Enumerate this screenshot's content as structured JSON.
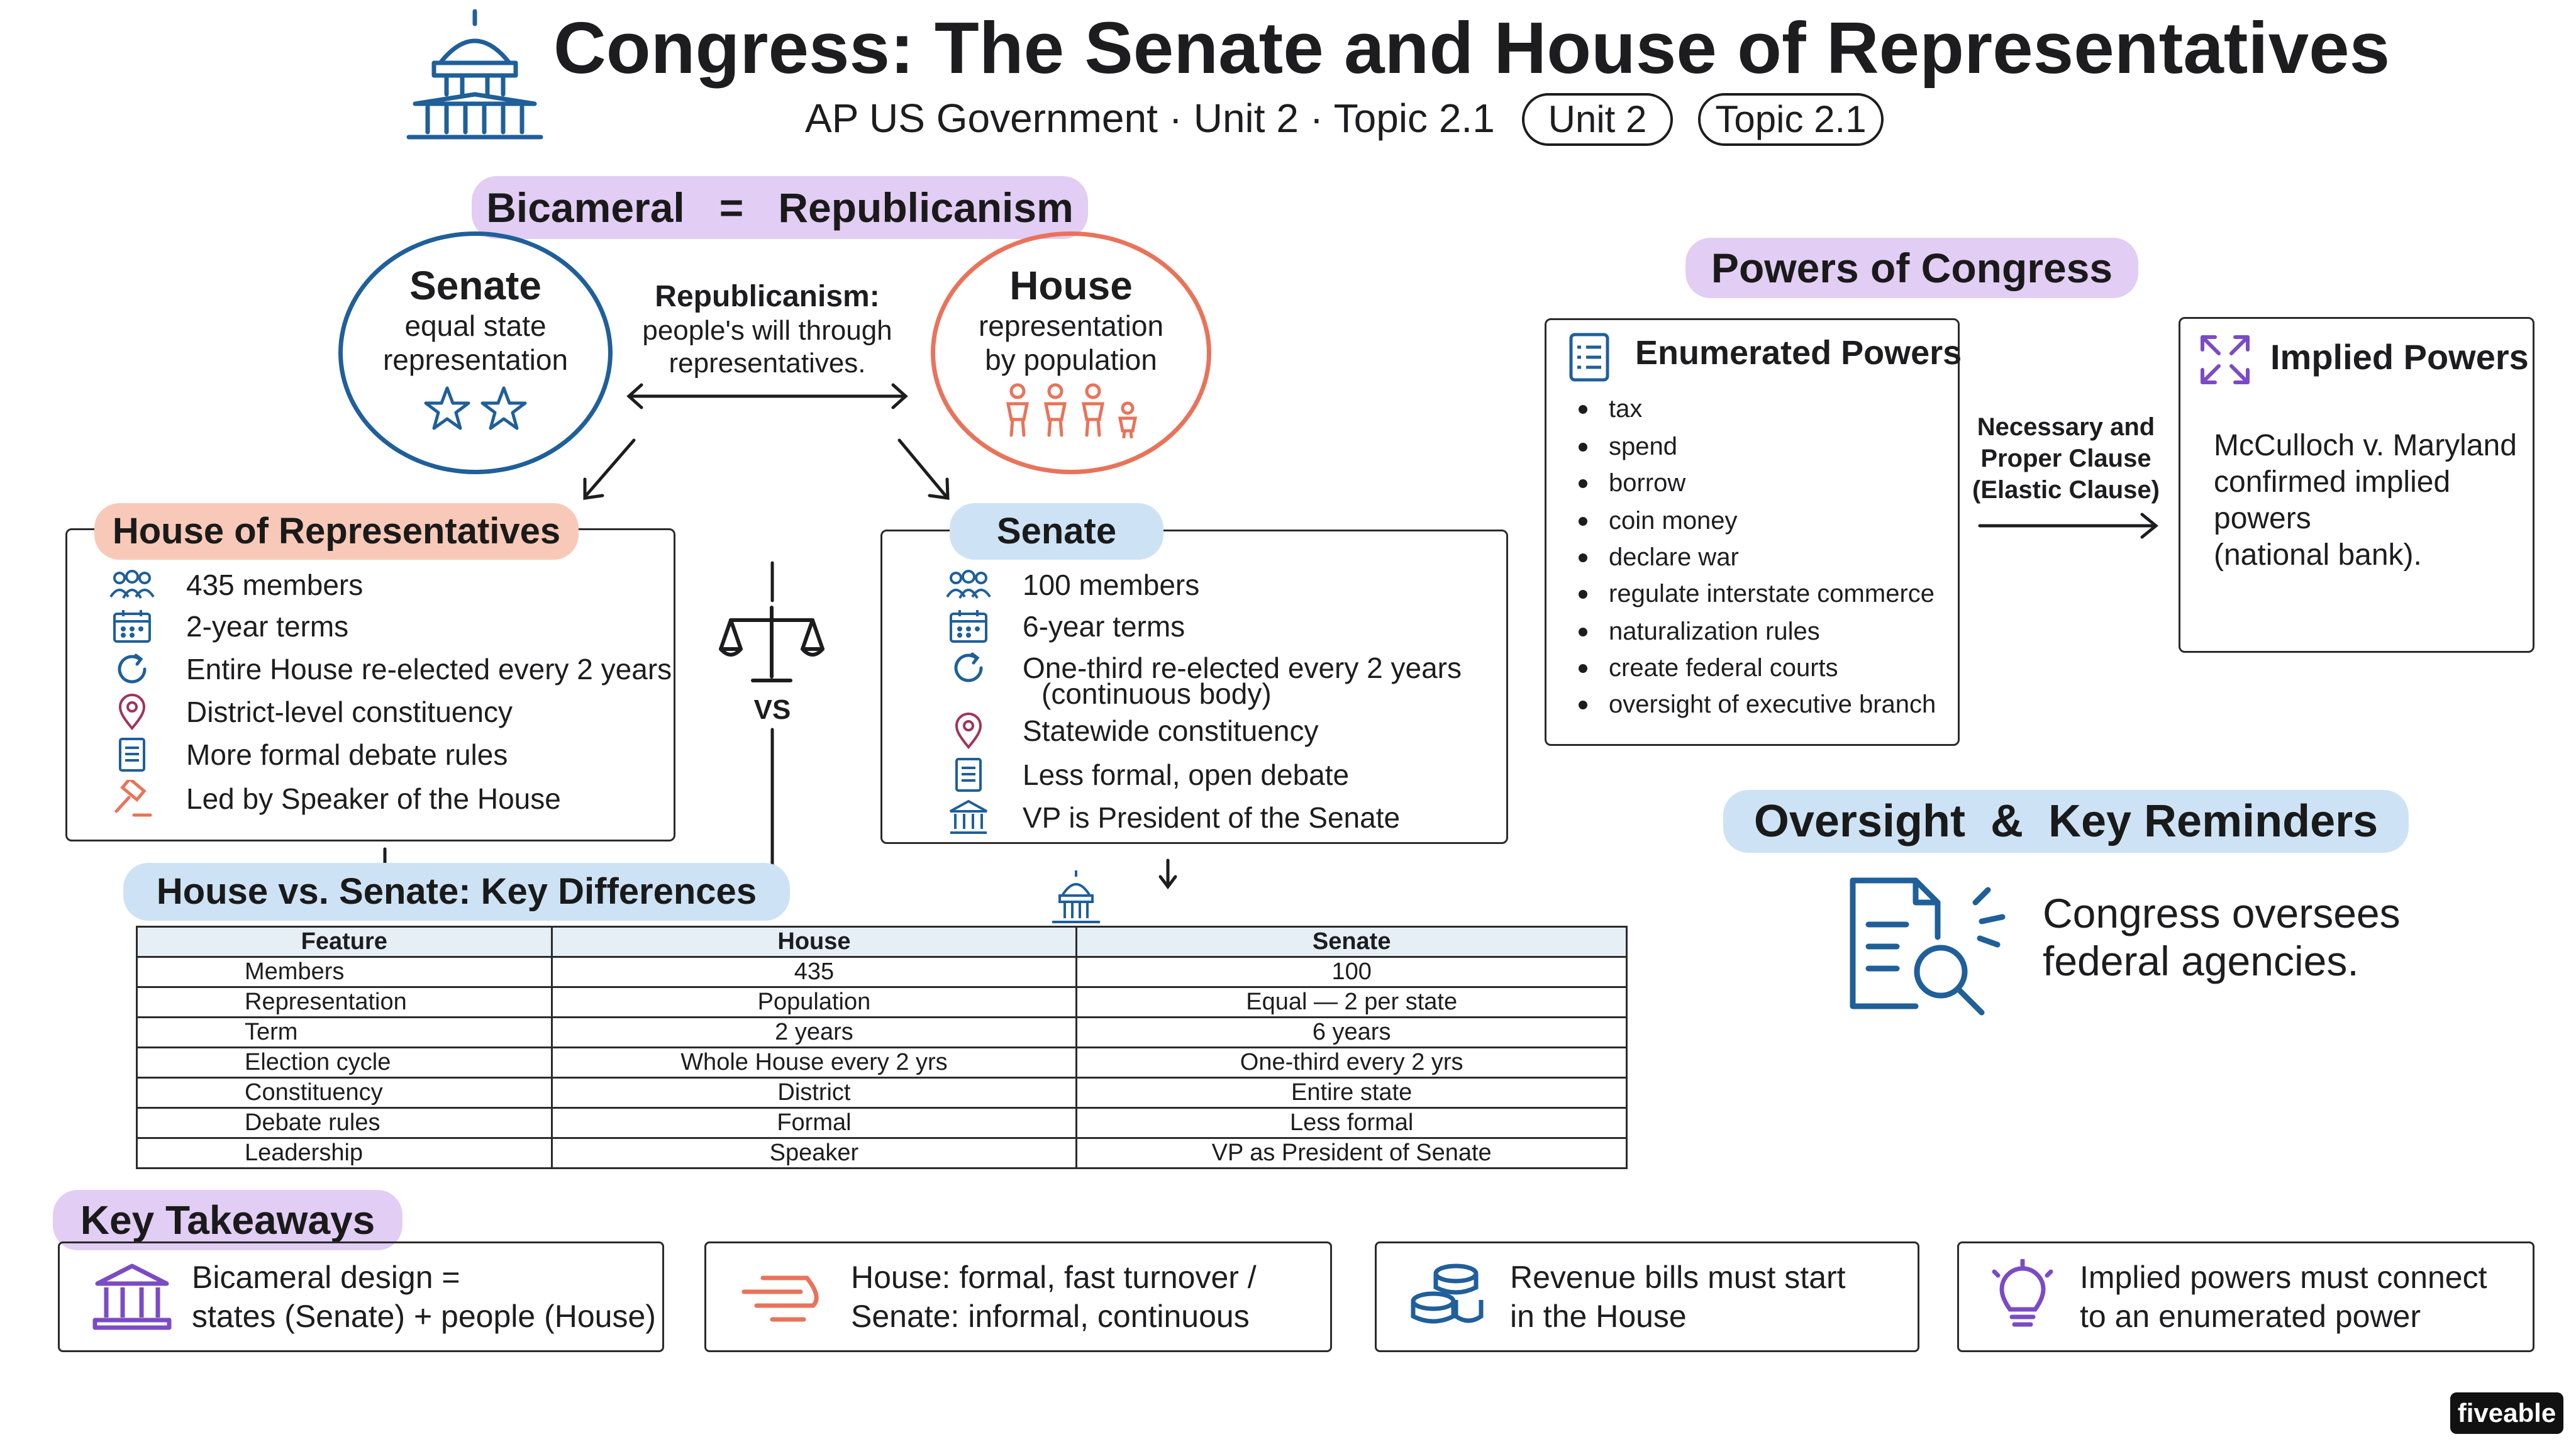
{
  "header": {
    "title": "Congress: The Senate and House of Representatives",
    "subtitle": "AP US Government · Unit 2 · Topic 2.1",
    "badges": [
      "Unit 2",
      "Topic 2.1"
    ]
  },
  "bicameral": {
    "banner_left": "Bicameral",
    "banner_eq": "=",
    "banner_right": "Republicanism",
    "senate": {
      "title": "Senate",
      "line1": "equal state",
      "line2": "representation"
    },
    "house": {
      "title": "House",
      "line1": "representation",
      "line2": "by population"
    },
    "middle": {
      "title": "Republicanism:",
      "line1": "people's will through",
      "line2": "representatives."
    }
  },
  "house_box": {
    "title": "House of Representatives",
    "items": [
      "435 members",
      "2-year terms",
      "Entire House re-elected every 2 years",
      "District-level constituency",
      "More formal debate rules",
      "Led by Speaker of the House"
    ]
  },
  "vs_label": "VS",
  "senate_box": {
    "title": "Senate",
    "items": [
      "100 members",
      "6-year terms",
      "One-third re-elected every 2 years",
      "(continuous body)",
      "Statewide constituency",
      "Less formal, open debate",
      "VP is President of the Senate"
    ]
  },
  "differences": {
    "title": "House vs. Senate: Key Differences",
    "headers": [
      "Feature",
      "House",
      "Senate"
    ],
    "rows": [
      [
        "Members",
        "435",
        "100"
      ],
      [
        "Representation",
        "Population",
        "Equal — 2 per state"
      ],
      [
        "Term",
        "2 years",
        "6 years"
      ],
      [
        "Election cycle",
        "Whole House every 2 yrs",
        "One-third every 2 yrs"
      ],
      [
        "Constituency",
        "District",
        "Entire state"
      ],
      [
        "Debate rules",
        "Formal",
        "Less formal"
      ],
      [
        "Leadership",
        "Speaker",
        "VP as President of Senate"
      ]
    ]
  },
  "powers": {
    "title": "Powers of Congress",
    "enumerated": {
      "title": "Enumerated Powers",
      "items": [
        "tax",
        "spend",
        "borrow",
        "coin money",
        "declare war",
        "regulate interstate commerce",
        "naturalization rules",
        "create federal courts",
        "oversight of executive branch"
      ]
    },
    "clause": {
      "line1": "Necessary and",
      "line2": "Proper Clause",
      "line3": "(Elastic Clause)"
    },
    "implied": {
      "title": "Implied Powers",
      "lines": [
        "McCulloch v. Maryland",
        "confirmed implied",
        "powers",
        "(national bank)."
      ]
    }
  },
  "oversight": {
    "title_left": "Oversight",
    "title_amp": "&",
    "title_right": "Key Reminders",
    "line1": "Congress oversees",
    "line2": "federal agencies."
  },
  "takeaways": {
    "title": "Key Takeaways",
    "cards": [
      {
        "line1": "Bicameral design =",
        "line2": "states (Senate) + people (House)"
      },
      {
        "line1": "House: formal, fast turnover /",
        "line2": "Senate: informal, continuous"
      },
      {
        "line1": "Revenue bills must start",
        "line2": "in the House"
      },
      {
        "line1": "Implied powers must connect",
        "line2": "to an enumerated power"
      }
    ]
  },
  "brand": {
    "logo_text": "fiveable"
  },
  "colors": {
    "blue": "#1f5f9a",
    "salmon": "#e9735a",
    "purple": "#7b4bc4",
    "highlight_purple": "#e2cdf4",
    "highlight_blue": "#cde3f5",
    "highlight_salmon": "#f8c9b8"
  },
  "icons": {
    "header": "capitol-icon",
    "senate_circle": "star-icon",
    "house_circle": "people-icon",
    "scale": "scale-icon",
    "enumerated": "list-icon",
    "implied": "expand-arrows-icon",
    "oversight": "document-search-icon",
    "takeaways": [
      "building-icon",
      "speed-lines-icon",
      "coins-icon",
      "lightbulb-icon"
    ]
  }
}
